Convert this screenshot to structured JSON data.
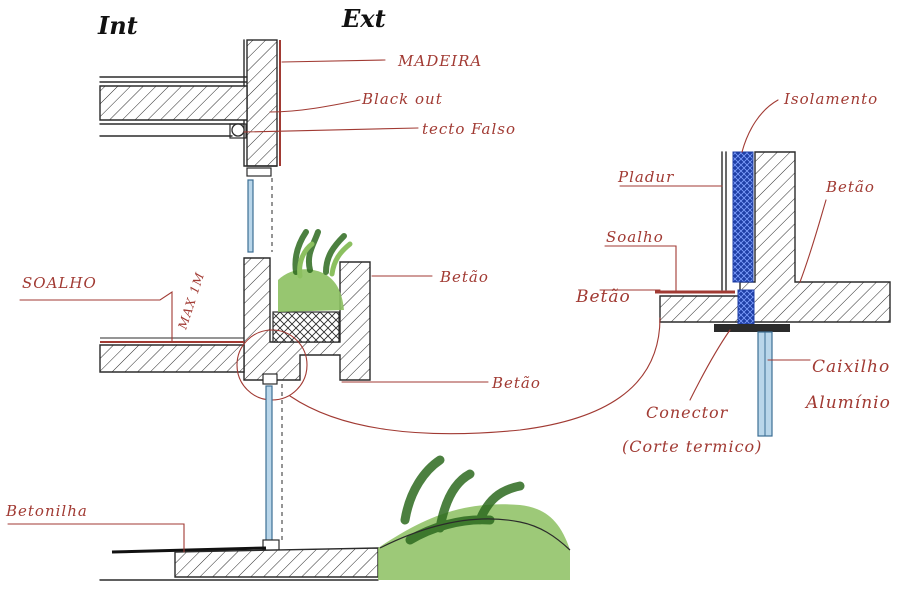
{
  "headings": {
    "interior": "Int",
    "exterior": "Ext"
  },
  "labels": {
    "madeira": "MADEIRA",
    "black_out": "Black out",
    "tecto_falso": "tecto Falso",
    "soalho": "SOALHO",
    "max_1m": "MAX 1M",
    "betao_1": "Betão",
    "betao_2": "Betão",
    "betonilha": "Betonilha",
    "isolamento": "Isolamento",
    "pladur": "Pladur",
    "betao_3": "Betão",
    "soalho_detail": "Soalho",
    "betao_4": "Betão",
    "caixilho": "Caixilho",
    "aluminio": "Alumínio",
    "conector": "Conector",
    "corte_termico": "(Corte termico)"
  },
  "colors": {
    "annotation": "#a13a33",
    "ink": "#2b2b2b",
    "glass": "#b9d6ea",
    "insulation": "#1f3fa6",
    "vegetation": "#8cc060",
    "vegetation_dark": "#2d6a1f"
  }
}
